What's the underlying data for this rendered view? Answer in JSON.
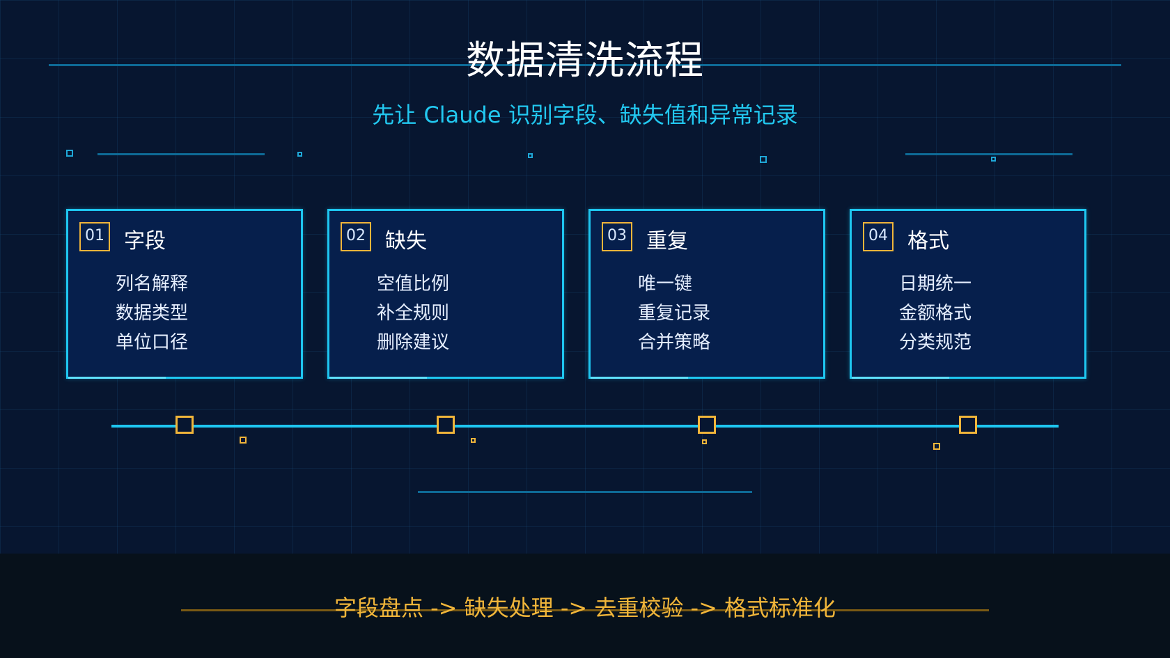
{
  "header": {
    "title": "数据清洗流程",
    "subtitle": "先让 Claude 识别字段、缺失值和异常记录"
  },
  "cards": [
    {
      "num": "01",
      "title": "字段",
      "items": [
        "列名解释",
        "数据类型",
        "单位口径"
      ]
    },
    {
      "num": "02",
      "title": "缺失",
      "items": [
        "空值比例",
        "补全规则",
        "删除建议"
      ]
    },
    {
      "num": "03",
      "title": "重复",
      "items": [
        "唯一键",
        "重复记录",
        "合并策略"
      ]
    },
    {
      "num": "04",
      "title": "格式",
      "items": [
        "日期统一",
        "金额格式",
        "分类规范"
      ]
    }
  ],
  "footer": {
    "flow": "字段盘点 -> 缺失处理 -> 去重校验 -> 格式标准化"
  },
  "colors": {
    "background": "#071630",
    "accent_cyan": "#1ec6f0",
    "accent_gold": "#f0b53a",
    "card_fill": "#061f4c"
  }
}
